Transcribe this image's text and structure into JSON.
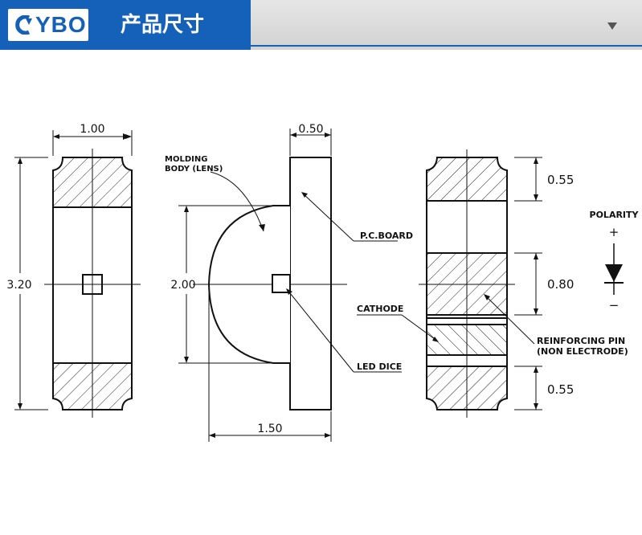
{
  "header": {
    "logo_text": "YBO",
    "title": "产品尺寸",
    "dropdown_icon": "caret-down-icon"
  },
  "drawing": {
    "dims": {
      "top_width": "1.00",
      "height": "3.20",
      "lens_height": "2.00",
      "board_thickness": "0.50",
      "total_depth": "1.50",
      "pad_top": "0.55",
      "pad_center": "0.80",
      "pad_bottom": "0.55"
    },
    "labels": {
      "molding_line1": "MOLDING",
      "molding_line2": "BODY (LENS)",
      "pc_board": "P.C.BOARD",
      "led_dice": "LED DICE",
      "cathode": "CATHODE",
      "reinforcing_line1": "REINFORCING PIN",
      "reinforcing_line2": "(NON ELECTRODE)",
      "polarity": "POLARITY",
      "plus": "+",
      "minus": "−"
    }
  }
}
